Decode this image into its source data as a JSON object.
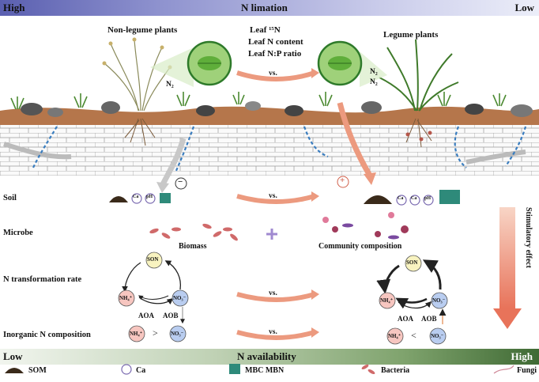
{
  "top_bar": {
    "left": "High",
    "center": "N limation",
    "right": "Low"
  },
  "bottom_bar": {
    "left": "Low",
    "center": "N availability",
    "right": "High"
  },
  "plants": {
    "left": "Non-legume plants",
    "right": "Legume plants"
  },
  "leaf_traits": [
    "Leaf ¹⁵N",
    "Leaf N content",
    "Leaf N:P ratio"
  ],
  "vs": "vs.",
  "n2": "N₂",
  "rows": [
    "Soil",
    "Microbe",
    "N transformation rate",
    "Inorganic N composition"
  ],
  "microbe": {
    "left": "Biomass",
    "right": "Community composition"
  },
  "cycle": {
    "son": "SON",
    "nh4": "NH₄⁺",
    "no3": "NO₃⁻",
    "aoa": "AOA",
    "aob": "AOB"
  },
  "compare": {
    "left": ">",
    "right": "<"
  },
  "soil_icons": {
    "ca": "Ca",
    "ph": "pH"
  },
  "signs": {
    "minus": "−",
    "plus": "+"
  },
  "side_label": "Stimulatory effect",
  "legend": [
    "SOM",
    "Ca",
    "MBC MBN",
    "Bacteria",
    "Fungi"
  ],
  "colors": {
    "top_bar": "#7a7fc4",
    "bottom_bar": "#5d8a4c",
    "arrow": "#ec9a7f",
    "dash": "#3a7dbf"
  }
}
